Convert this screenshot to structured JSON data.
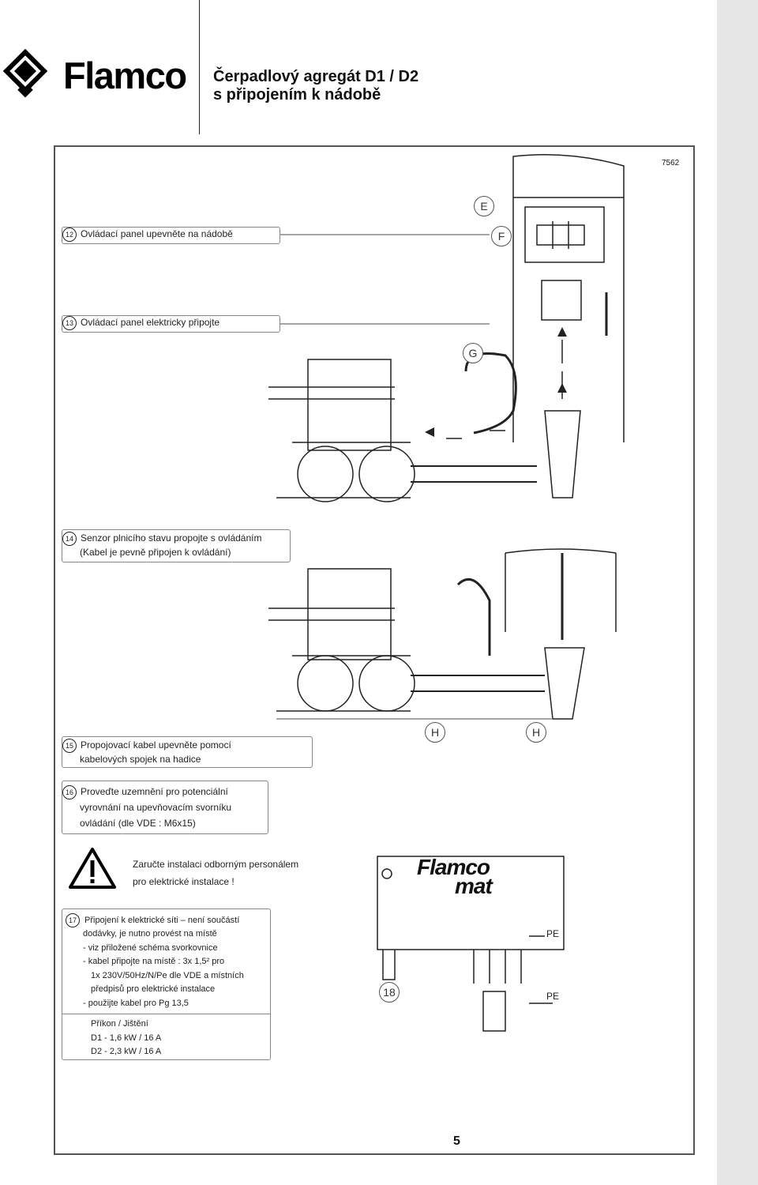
{
  "header": {
    "brand": "Flamco",
    "title_line1": "Čerpadlový agregát D1 / D2",
    "title_line2": "s připojením k nádobě"
  },
  "doc_number": "7562",
  "steps": {
    "s12": {
      "num": "12",
      "text": "Ovládací panel upevněte na nádobě"
    },
    "s13": {
      "num": "13",
      "text": "Ovládací panel elektricky připojte"
    },
    "s14": {
      "num": "14",
      "line1": "Senzor plnicího stavu propojte s ovládáním",
      "line2": "(Kabel je pevně připojen k ovládání)"
    },
    "s15": {
      "num": "15",
      "line1": "Propojovací kabel upevněte pomocí",
      "line2": "kabelových spojek na hadice"
    },
    "s16": {
      "num": "16",
      "line1": "Proveďte uzemnění pro potenciální",
      "line2": "vyrovnání na upevňovacím svorníku",
      "line3": "ovládání (dle VDE : M6x15)"
    },
    "s17": {
      "num": "17",
      "line1": "Připojení k elektrické síti – není součástí",
      "line2": "dodávky, je nutno provést na místě",
      "line3": "- viz přiložené schéma svorkovnice",
      "line4": "- kabel připojte na místě : 3x 1,5² pro",
      "line5": "1x  230V/50Hz/N/Pe dle VDE a místních",
      "line6": "předpisů pro elektrické instalace",
      "line7": "- použijte kabel pro Pg 13,5",
      "power_heading": "Příkon / Jištění",
      "power_d1": "D1  - 1,6 kW / 16 A",
      "power_d2": "D2  - 2,3 kW / 16 A"
    }
  },
  "warning": {
    "line1": "Zaručte instalaci odborným personálem",
    "line2": "pro elektrické instalace !"
  },
  "callouts": {
    "e": "E",
    "f": "F",
    "g": "G",
    "h1": "H",
    "h2": "H",
    "c18": "18"
  },
  "labels": {
    "flamcomat_line1": "Flamco",
    "flamcomat_line2": "mat",
    "pe1": "PE",
    "pe2": "PE"
  },
  "page_number": "5"
}
